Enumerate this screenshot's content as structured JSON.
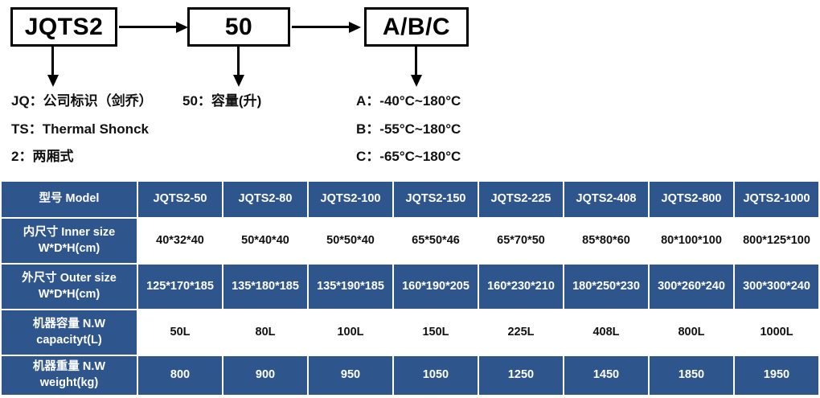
{
  "diagram": {
    "boxes": [
      {
        "name": "series-code",
        "text": "JQTS2"
      },
      {
        "name": "capacity-code",
        "text": "50"
      },
      {
        "name": "temperature-code",
        "text": "A/B/C"
      }
    ],
    "legend": {
      "jq": "JQ：公司标识（剑乔）",
      "capacity": "50：容量(升)",
      "ts": "TS：Thermal Shonck",
      "two": "2：两厢式",
      "a": "A：-40°C~180°C",
      "b": "B：-55°C~180°C",
      "c": "C：-65°C~180°C"
    }
  },
  "table": {
    "colors": {
      "header_blue": "#2f568c",
      "row_white": "#ffffff",
      "text_light": "#ffffff",
      "text_dark": "#111111"
    },
    "header": {
      "label": "型号 Model",
      "models": [
        "JQTS2-50",
        "JQTS2-80",
        "JQTS2-100",
        "JQTS2-150",
        "JQTS2-225",
        "JQTS2-408",
        "JQTS2-800",
        "JQTS2-1000"
      ]
    },
    "rows": [
      {
        "label_line1": "内尺寸 Inner size",
        "label_line2": "W*D*H(cm)",
        "values": [
          "40*32*40",
          "50*40*40",
          "50*50*40",
          "65*50*46",
          "65*70*50",
          "85*80*60",
          "80*100*100",
          "800*125*100"
        ]
      },
      {
        "label_line1": "外尺寸 Outer size",
        "label_line2": "W*D*H(cm)",
        "values": [
          "125*170*185",
          "135*180*185",
          "135*190*185",
          "160*190*205",
          "160*230*210",
          "180*250*230",
          "300*260*240",
          "300*300*240"
        ]
      },
      {
        "label_line1": "机器容量 N.W",
        "label_line2": "capacityt(L)",
        "values": [
          "50L",
          "80L",
          "100L",
          "150L",
          "225L",
          "408L",
          "800L",
          "1000L"
        ]
      },
      {
        "label_line1": "机器重量 N.W",
        "label_line2": "weight(kg)",
        "values": [
          "800",
          "900",
          "950",
          "1050",
          "1250",
          "1450",
          "1850",
          "1950"
        ]
      }
    ]
  }
}
